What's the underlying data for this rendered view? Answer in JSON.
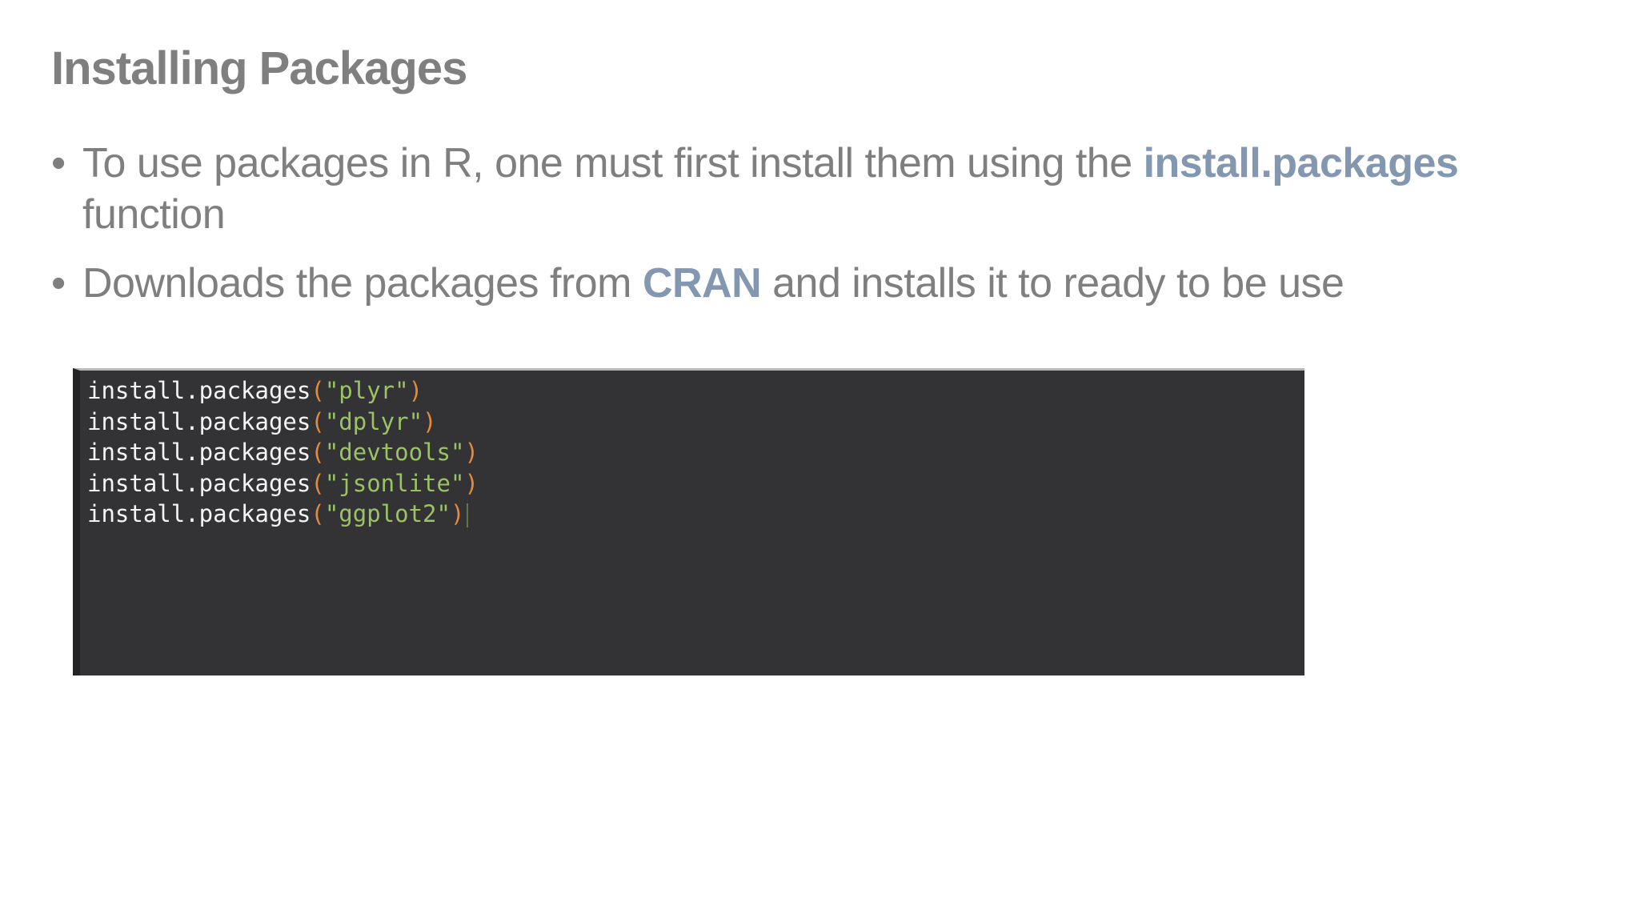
{
  "slide": {
    "title": "Installing Packages",
    "bullets": [
      {
        "before": "To use packages in R, one must first install them using the ",
        "highlight": "install.packages",
        "after": " function"
      },
      {
        "before": "Downloads the packages from ",
        "highlight": "CRAN",
        "after": " and installs it to ready to be use"
      }
    ]
  },
  "code": {
    "function_name": "install.packages",
    "open_paren": "(",
    "close_paren": ")",
    "lines": [
      "\"plyr\"",
      "\"dplyr\"",
      "\"devtools\"",
      "\"jsonlite\"",
      "\"ggplot2\""
    ]
  },
  "colors": {
    "title_text": "#7f7f7f",
    "highlight": "#8497b0",
    "code_bg": "#333235",
    "string": "#9ac364",
    "paren": "#e38a3c"
  }
}
